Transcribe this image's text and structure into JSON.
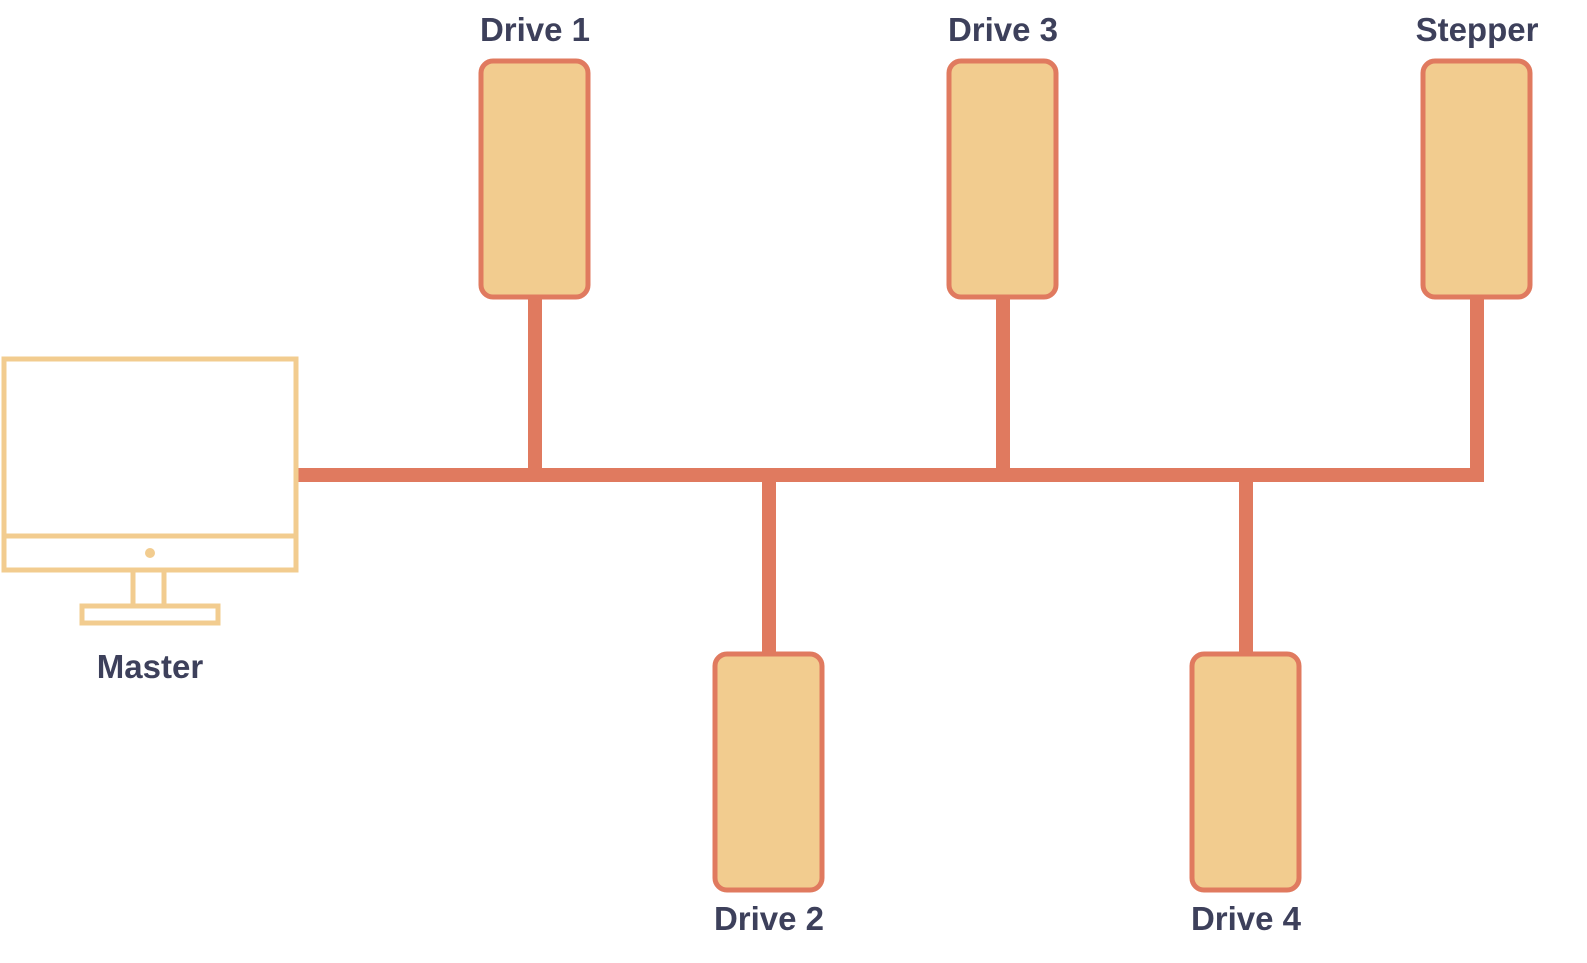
{
  "colors": {
    "bus": "#E07A5F",
    "drive_fill": "#F2CC8F",
    "drive_stroke": "#E07A5F",
    "master_stroke": "#F2CC8F",
    "label_text": "#3D405B",
    "background": "#FFFFFF"
  },
  "master": {
    "label": "Master",
    "icon": "monitor-icon"
  },
  "drives": [
    {
      "id": "drive-1",
      "label": "Drive 1",
      "icon": "drive-module-icon"
    },
    {
      "id": "drive-2",
      "label": "Drive 2",
      "icon": "drive-module-icon"
    },
    {
      "id": "drive-3",
      "label": "Drive 3",
      "icon": "drive-module-icon"
    },
    {
      "id": "drive-4",
      "label": "Drive 4",
      "icon": "drive-module-icon"
    },
    {
      "id": "stepper",
      "label": "Stepper",
      "icon": "drive-module-icon"
    }
  ]
}
